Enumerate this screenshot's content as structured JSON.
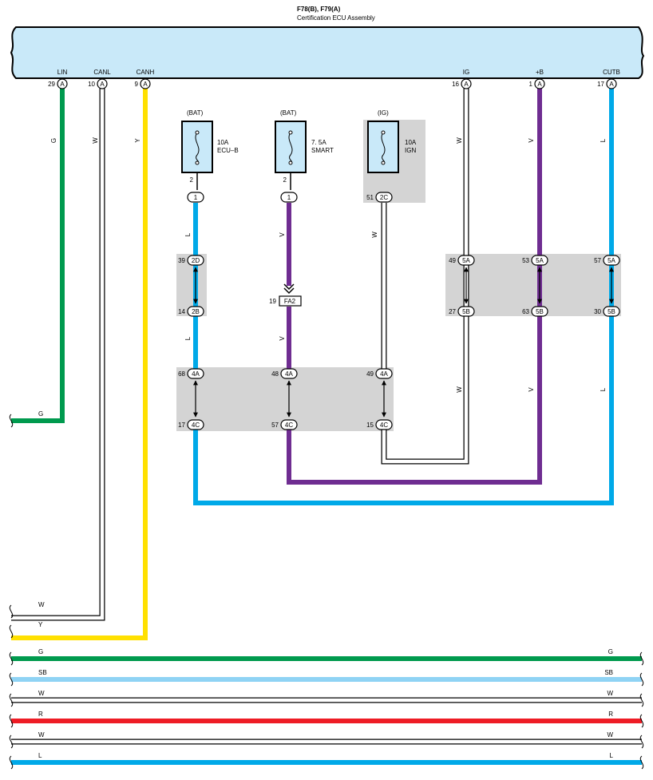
{
  "header": {
    "title": "F78(B), F79(A)",
    "subtitle": "Certification ECU Assembly"
  },
  "colors": {
    "green": "#009a4e",
    "yellow": "#ffe000",
    "blue": "#00a9e8",
    "violet": "#6f2d91",
    "red": "#ee1c25",
    "sky_blue": "#8fd3f4",
    "white": "#ffffff",
    "box_fill": "#c9e9f9",
    "gray_box": "#d4d4d4"
  },
  "ecu_terminals": [
    {
      "name": "LIN",
      "pin": "29",
      "conn": "A"
    },
    {
      "name": "CANL",
      "pin": "10",
      "conn": "A"
    },
    {
      "name": "CANH",
      "pin": "9",
      "conn": "A"
    },
    {
      "name": "IG",
      "pin": "16",
      "conn": "A"
    },
    {
      "name": "+B",
      "pin": "1",
      "conn": "A"
    },
    {
      "name": "CUTB",
      "pin": "17",
      "conn": "A"
    }
  ],
  "fuses": [
    {
      "source": "(BAT)",
      "rating": "10A",
      "name": "ECU–B",
      "out_pin": "2",
      "conn": "1"
    },
    {
      "source": "(BAT)",
      "rating": "7. 5A",
      "name": "SMART",
      "out_pin": "2",
      "conn": "1"
    },
    {
      "source": "(IG)",
      "rating": "10A",
      "name": "IGN",
      "out_pin": "51",
      "conn": "2C"
    }
  ],
  "wire_colors": {
    "lin": "G",
    "canl": "W",
    "canh": "Y",
    "ig": "W",
    "plus_b": "V",
    "cutb": "L",
    "ecub": "L",
    "smart": "V",
    "ign": "W"
  },
  "junctions": {
    "pin39": "39",
    "conn2D": "2D",
    "pin14": "14",
    "conn2B": "2B",
    "pin19": "19",
    "connFA2": "FA2",
    "pin68": "68",
    "pin48": "48",
    "pin49b": "49",
    "conn4A": "4A",
    "pin17b": "17",
    "pin57b": "57",
    "pin15": "15",
    "conn4C": "4C",
    "pin49": "49",
    "pin53": "53",
    "pin57": "57",
    "conn5A": "5A",
    "pin27": "27",
    "pin63": "63",
    "pin30": "30",
    "conn5B": "5B"
  },
  "buses": [
    {
      "left": "W",
      "right": ""
    },
    {
      "left": "Y",
      "right": ""
    },
    {
      "left": "G",
      "right": "G"
    },
    {
      "left": "SB",
      "right": "SB"
    },
    {
      "left": "W",
      "right": "W"
    },
    {
      "left": "R",
      "right": "R"
    },
    {
      "left": "W",
      "right": "W"
    },
    {
      "left": "L",
      "right": "L"
    }
  ]
}
